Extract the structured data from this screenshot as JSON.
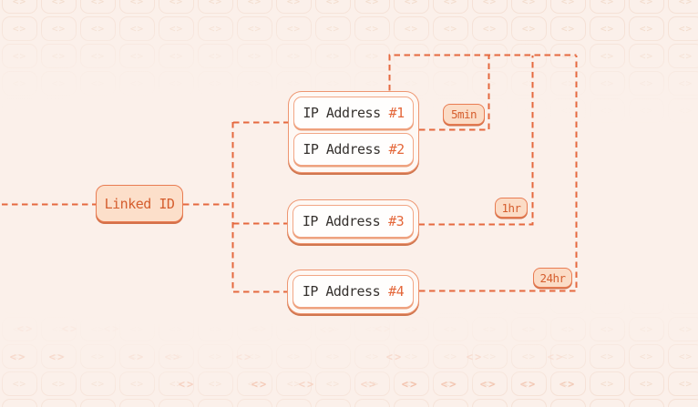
{
  "root": {
    "label": "Linked ID"
  },
  "groups": [
    {
      "ttl": "5min",
      "items": [
        {
          "name": "IP Address",
          "number": "#1"
        },
        {
          "name": "IP Address",
          "number": "#2"
        }
      ]
    },
    {
      "ttl": "1hr",
      "items": [
        {
          "name": "IP Address",
          "number": "#3"
        }
      ]
    },
    {
      "ttl": "24hr",
      "items": [
        {
          "name": "IP Address",
          "number": "#4"
        }
      ]
    }
  ],
  "background_glyph": "<>",
  "colors": {
    "background": "#fbf0ea",
    "accent_line": "#e5693f",
    "group_border": "#ee9671",
    "inner_border": "#f2a685",
    "node_fill": "#fffefd",
    "root_fill": "#fcdfca",
    "badge_fill": "#fbdcc6",
    "badge_text": "#d55e2e",
    "dark_text": "#36322f",
    "number_text": "#e4673a",
    "pattern_stroke": "#f5e1d6",
    "pattern_highlight": "#eda181"
  }
}
